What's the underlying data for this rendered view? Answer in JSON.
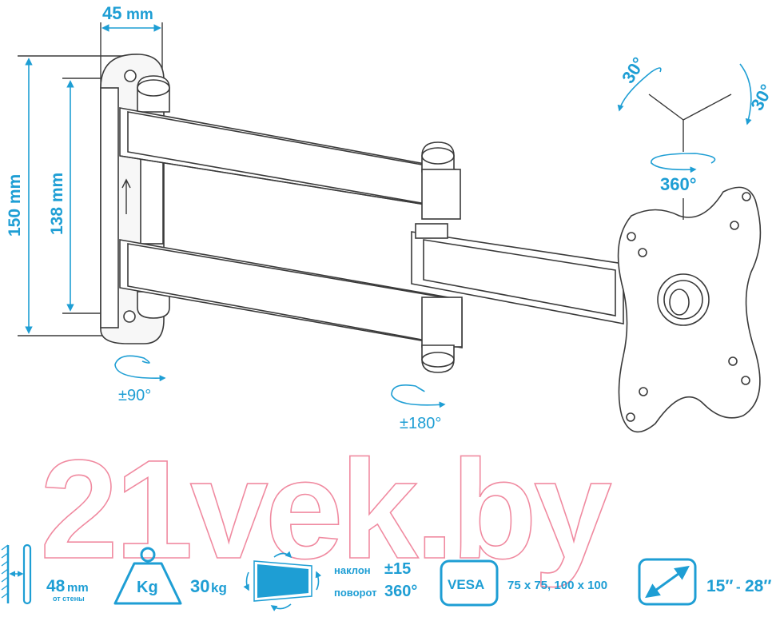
{
  "dimensions": {
    "width_top": "45",
    "width_top_unit": "mm",
    "height_outer": "150 mm",
    "height_inner": "138 mm"
  },
  "rotations": {
    "tilt_left": "30°",
    "tilt_right": "30°",
    "swivel_plate": "360°",
    "swivel_wall": "±90°",
    "swivel_arm": "±180°"
  },
  "watermark": "21vek.by",
  "specs": {
    "depth_value": "48",
    "depth_unit": "mm",
    "depth_note": "от стены",
    "weight_icon_label": "Kg",
    "weight_value": "30",
    "weight_unit": "kg",
    "tilt_label": "наклон",
    "tilt_value": "±15",
    "rotate_label": "поворот",
    "rotate_value": "360°",
    "vesa_label": "VESA",
    "vesa_value": "75 x 75, 100 x 100",
    "diag_min": "15″",
    "diag_sep": "-",
    "diag_max": "28″"
  },
  "colors": {
    "accent": "#1e9ed4",
    "watermark": "#f08aa0",
    "line": "#3a3a3a"
  }
}
